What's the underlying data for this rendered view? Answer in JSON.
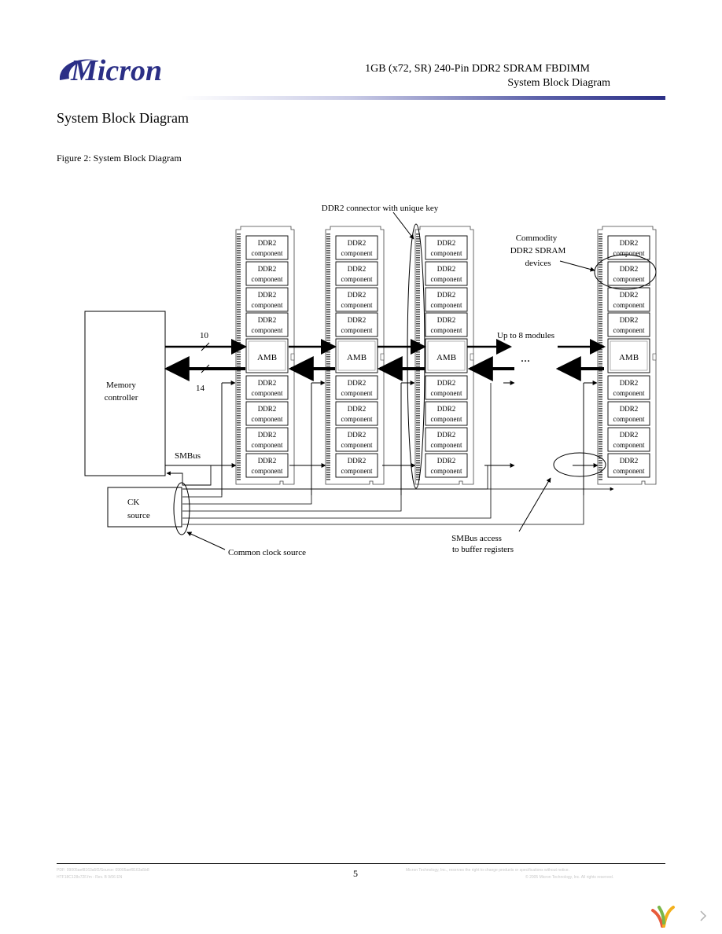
{
  "header": {
    "logo_text": "Micron",
    "title": "1GB (x72, SR) 240-Pin DDR2 SDRAM FBDIMM",
    "subtitle": "System Block Diagram",
    "accent_color": "#2b2f86"
  },
  "section": {
    "heading": "System Block Diagram",
    "figure_caption": "Figure 2: System Block Diagram"
  },
  "diagram": {
    "memory_controller": [
      "Memory",
      "controller"
    ],
    "ck_source": [
      "CK",
      "source"
    ],
    "ddr2_line1": "DDR2",
    "ddr2_line2": "component",
    "amb": "AMB",
    "smbus": "SMBus",
    "bus_width_out": "10",
    "bus_width_in": "14",
    "ellipsis": "...",
    "label_connector": "DDR2 connector with unique key",
    "label_commodity": [
      "Commodity",
      "DDR2 SDRAM",
      "devices"
    ],
    "label_up_to": "Up to 8 modules",
    "label_smbus_access": [
      "SMBus access",
      "to buffer registers"
    ],
    "label_common_clock": "Common clock source"
  },
  "footer": {
    "page_number": "5",
    "left_line1": "PDF: 09005aef8163a5f2/Source: 09005aef8163a5b8",
    "left_line2": "HTF18C128x72F.fm - Rev. B 9/06 EN",
    "right_line1": "Micron Technology, Inc., reserves the right to change products or specifications without notice.",
    "right_line2": "© 2005 Micron Technology, Inc. All rights reserved."
  },
  "viewer": {
    "next_icon": "chevron-right-icon",
    "logo_icon": "viewer-logo-icon"
  }
}
